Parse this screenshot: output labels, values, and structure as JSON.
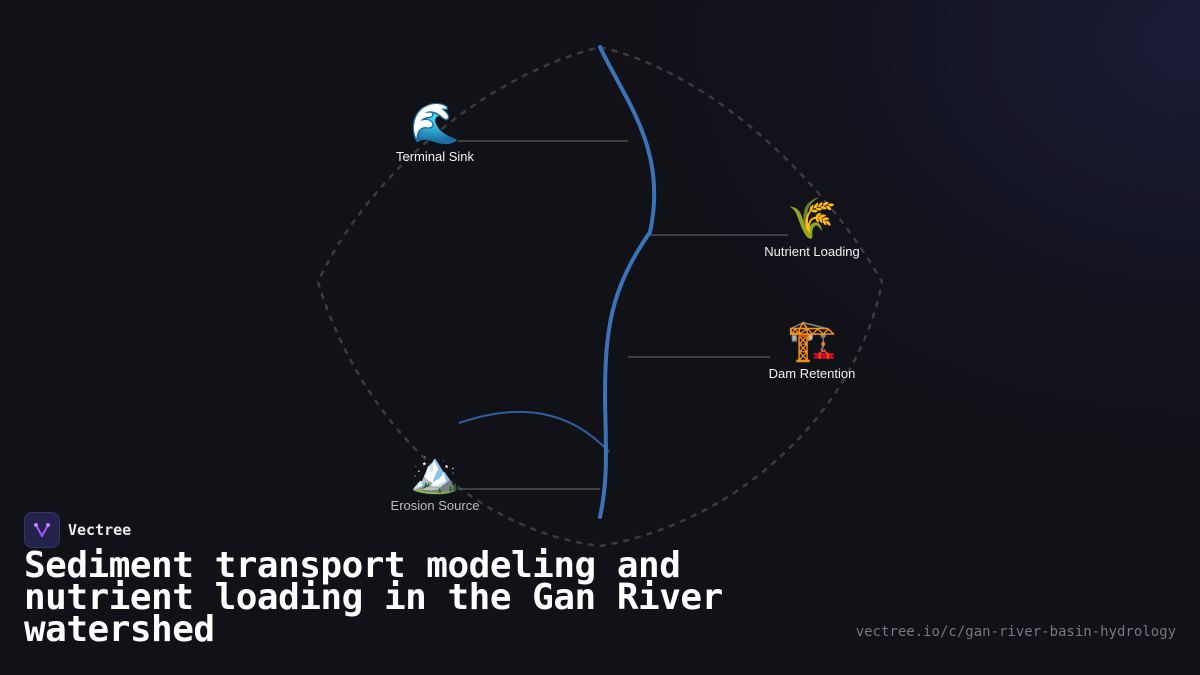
{
  "diagram": {
    "nodes": [
      {
        "id": "terminal-sink",
        "label": "Terminal Sink",
        "icon": "water-wave-icon",
        "glyph": "🌊"
      },
      {
        "id": "nutrient-loading",
        "label": "Nutrient Loading",
        "icon": "rice-sheaf-icon",
        "glyph": "🌾"
      },
      {
        "id": "dam-retention",
        "label": "Dam Retention",
        "icon": "building-crane-icon",
        "glyph": "🏗️"
      },
      {
        "id": "erosion-source",
        "label": "Erosion Source",
        "icon": "snow-mountain-icon",
        "glyph": "🏔️"
      }
    ],
    "colors": {
      "river": "#3b72b8",
      "tributary": "#2f5f9e",
      "connector": "#5a5a60",
      "boundary": "#3a3a40",
      "background": "#111118"
    }
  },
  "brand": {
    "name": "Vectree",
    "logo_icon": "vectree-logo-icon",
    "logo_color": "#a855f7"
  },
  "title": "Sediment transport modeling and nutrient loading in the Gan River watershed",
  "url": "vectree.io/c/gan-river-basin-hydrology"
}
